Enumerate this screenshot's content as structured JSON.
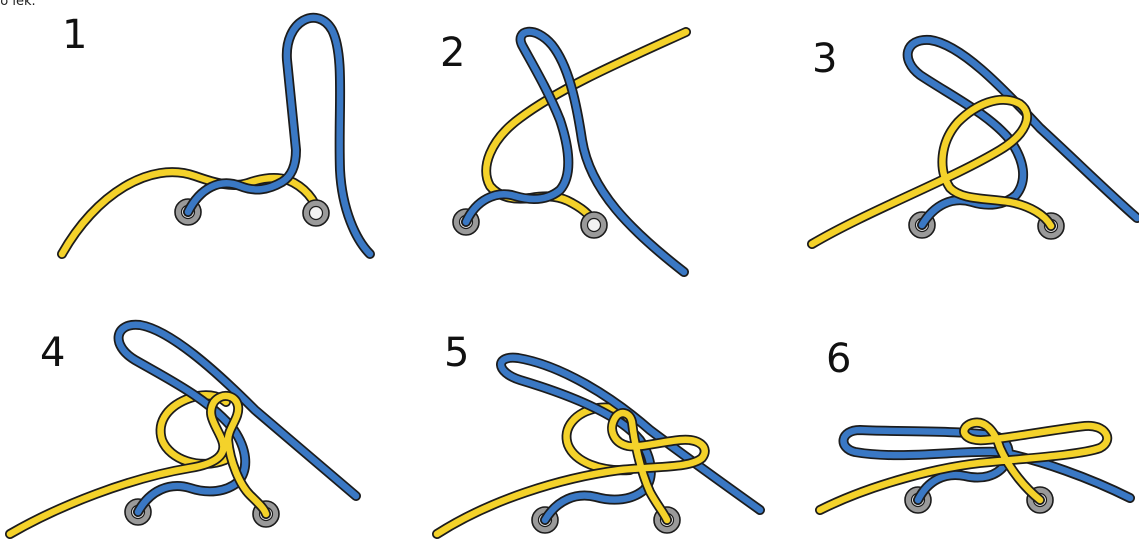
{
  "caption_fragment": "bo lek.",
  "step_labels": [
    "1",
    "2",
    "3",
    "4",
    "5",
    "6"
  ],
  "colors": {
    "lace_blue": "#3a78c4",
    "lace_yellow": "#f4d22a",
    "lace_outline": "#1c1c1c",
    "eyelet_outer": "#9a9a9a",
    "eyelet_inner": "#f2f2f2",
    "background": "#ffffff"
  },
  "icons": [
    "eyelet-icon",
    "blue-lace-icon",
    "yellow-lace-icon"
  ]
}
